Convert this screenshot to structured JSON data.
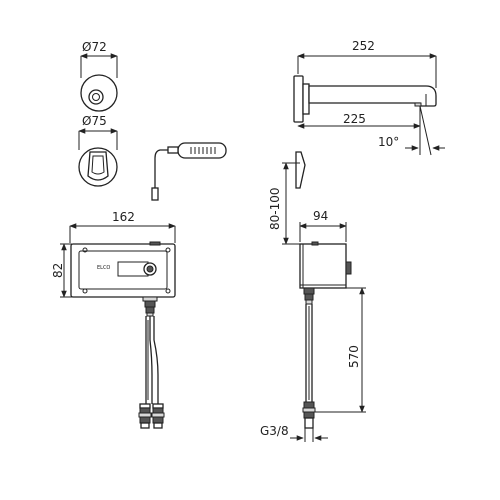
{
  "dimensions": {
    "d72": "Ø72",
    "d75": "Ø75",
    "w162": "162",
    "h82": "82",
    "len252": "252",
    "len225": "225",
    "angle": "10°",
    "range": "80-100",
    "w94": "94",
    "h570": "570",
    "thread": "G3/8"
  },
  "logo": "ELCO"
}
